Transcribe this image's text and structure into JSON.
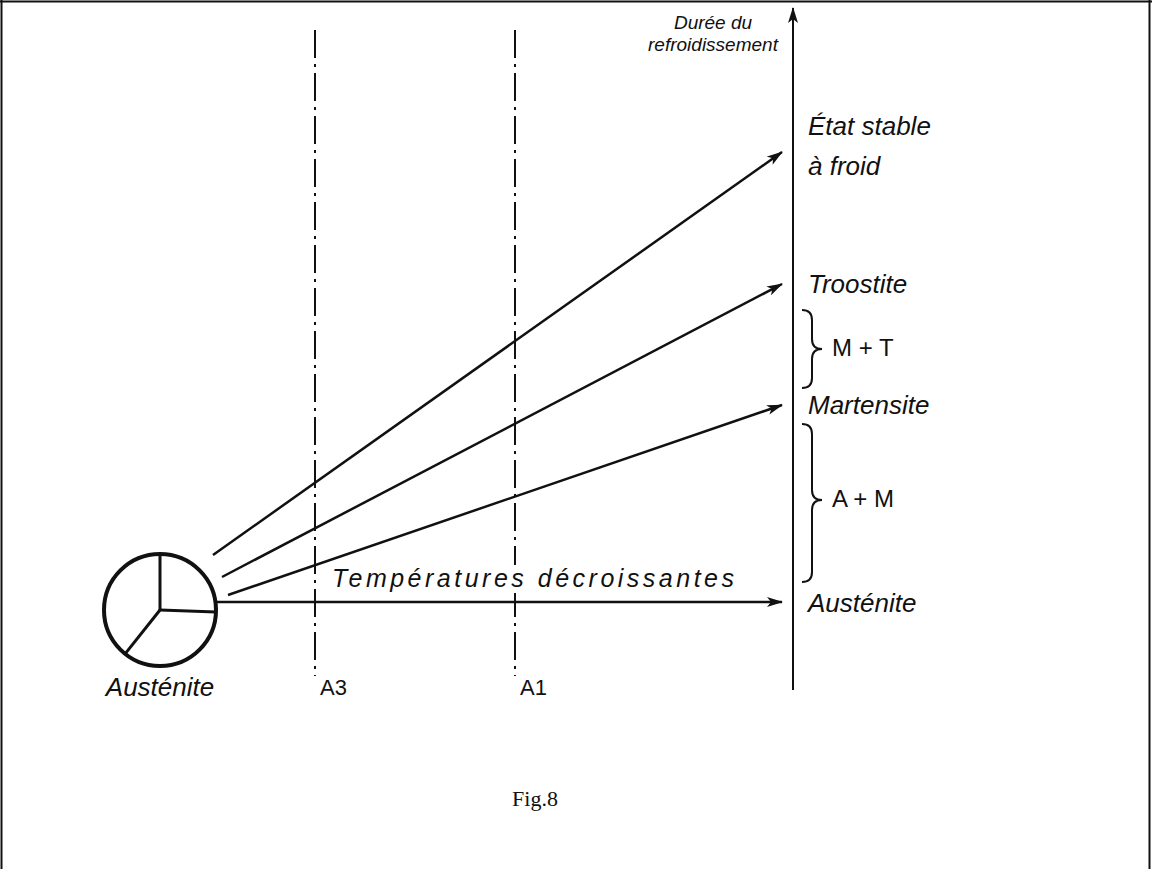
{
  "diagram": {
    "caption": "Fig.8",
    "nodes": [
      {
        "text": [
          "Austénite"
        ]
      }
    ],
    "labels": [
      "Durée du refroidissement",
      "État stable à froid",
      "Troostite",
      "M + T",
      "Martensite",
      "A + M",
      "Températures décroissantes",
      "Austénite",
      "A3",
      "A1"
    ]
  }
}
